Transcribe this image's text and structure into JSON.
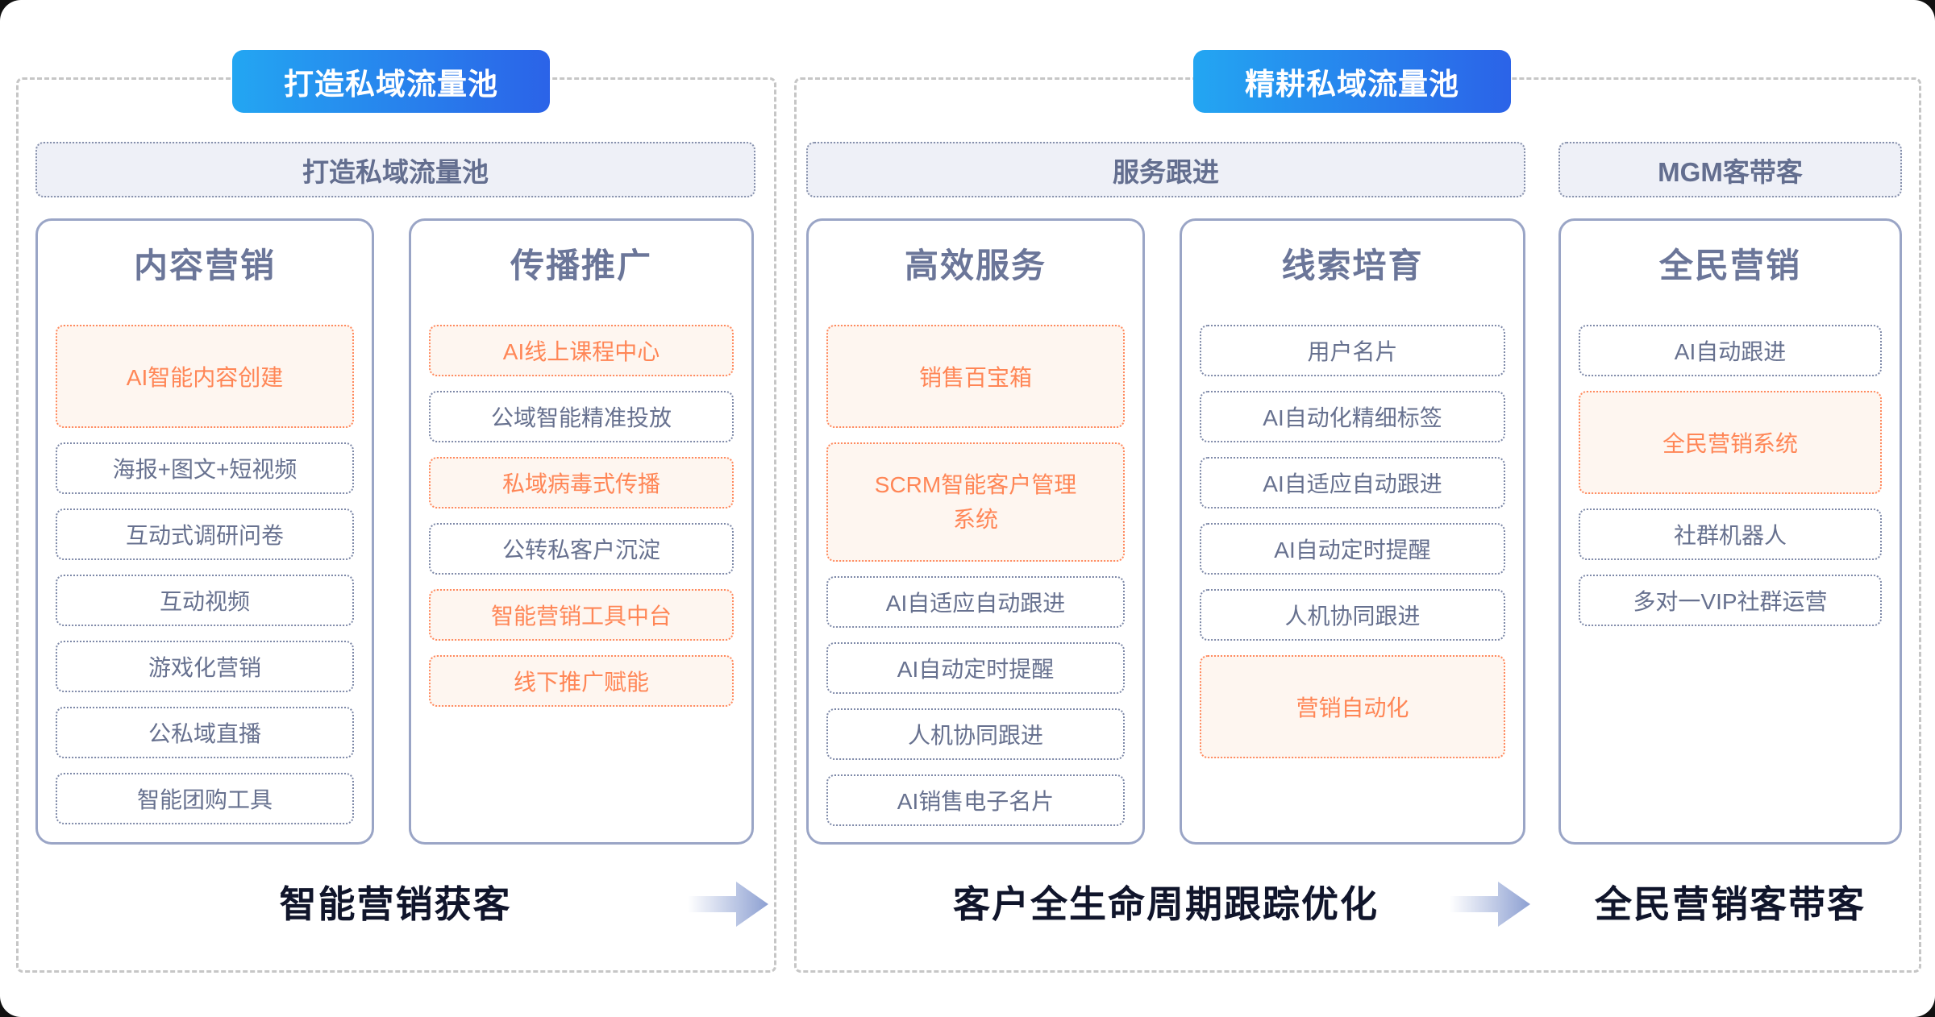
{
  "colors": {
    "badge_gradient_start": "#23A6F2",
    "badge_gradient_end": "#2B63E8",
    "header_bar_bg": "#EEF0F7",
    "column_border": "#9AA5C6",
    "muted_text": "#67718F",
    "highlight_text": "#FF8656",
    "highlight_bg": "#FEF6F0",
    "footer_text": "#10152B",
    "arrow_gradient_end": "#8DA0D2"
  },
  "left_section": {
    "badge": "打造私域流量池",
    "header": "打造私域流量池",
    "columns": [
      {
        "title": "内容营销",
        "items": [
          {
            "label": "AI智能内容创建",
            "highlight": true
          },
          {
            "label": "海报+图文+短视频",
            "highlight": false
          },
          {
            "label": "互动式调研问卷",
            "highlight": false
          },
          {
            "label": "互动视频",
            "highlight": false
          },
          {
            "label": "游戏化营销",
            "highlight": false
          },
          {
            "label": "公私域直播",
            "highlight": false
          },
          {
            "label": "智能团购工具",
            "highlight": false
          }
        ]
      },
      {
        "title": "传播推广",
        "items": [
          {
            "label": "AI线上课程中心",
            "highlight": true
          },
          {
            "label": "公域智能精准投放",
            "highlight": false
          },
          {
            "label": "私域病毒式传播",
            "highlight": true
          },
          {
            "label": "公转私客户沉淀",
            "highlight": false
          },
          {
            "label": "智能营销工具中台",
            "highlight": true
          },
          {
            "label": "线下推广赋能",
            "highlight": true
          }
        ]
      }
    ],
    "footer": "智能营销获客"
  },
  "right_section": {
    "badge": "精耕私域流量池",
    "headers": [
      "服务跟进",
      "MGM客带客"
    ],
    "columns": [
      {
        "title": "高效服务",
        "items": [
          {
            "label": "销售百宝箱",
            "highlight": true
          },
          {
            "label": "SCRM智能客户管理系统",
            "highlight": true
          },
          {
            "label": "AI自适应自动跟进",
            "highlight": false
          },
          {
            "label": "AI自动定时提醒",
            "highlight": false
          },
          {
            "label": "人机协同跟进",
            "highlight": false
          },
          {
            "label": "AI销售电子名片",
            "highlight": false
          }
        ]
      },
      {
        "title": "线索培育",
        "items": [
          {
            "label": "用户名片",
            "highlight": false
          },
          {
            "label": "AI自动化精细标签",
            "highlight": false
          },
          {
            "label": "AI自适应自动跟进",
            "highlight": false
          },
          {
            "label": "AI自动定时提醒",
            "highlight": false
          },
          {
            "label": "人机协同跟进",
            "highlight": false
          },
          {
            "label": "营销自动化",
            "highlight": true
          }
        ]
      },
      {
        "title": "全民营销",
        "items": [
          {
            "label": "AI自动跟进",
            "highlight": false
          },
          {
            "label": "全民营销系统",
            "highlight": true
          },
          {
            "label": "社群机器人",
            "highlight": false
          },
          {
            "label": "多对一VIP社群运营",
            "highlight": false
          }
        ]
      }
    ],
    "footers": [
      "客户全生命周期跟踪优化",
      "全民营销客带客"
    ]
  }
}
